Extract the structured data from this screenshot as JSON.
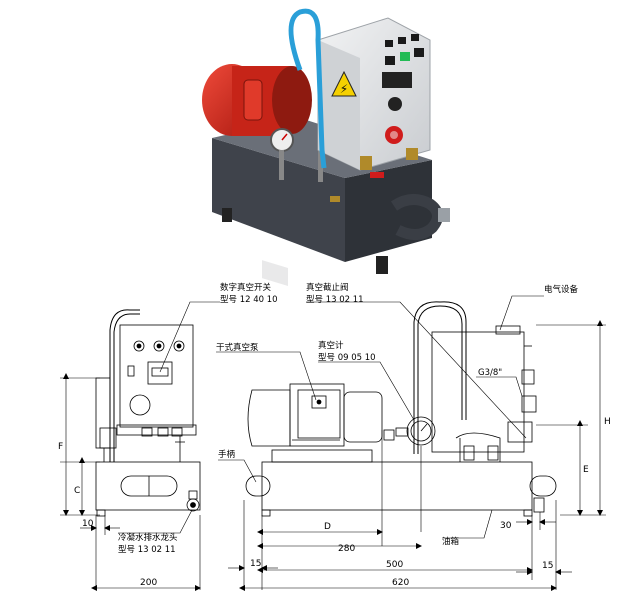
{
  "labels": {
    "digital_switch": "数字真空开关",
    "digital_switch_model": "型号  12  40  10",
    "shutoff_valve": "真空截止阀",
    "shutoff_valve_model": "型号  13  02  11",
    "electrical": "电气设备",
    "dry_pump": "干式真空泵",
    "vacuum_gauge": "真空计",
    "vacuum_gauge_model": "型号  09  05  10",
    "handle": "手柄",
    "drain_tap": "冷凝水排水龙头",
    "drain_tap_model": "型号  13  02  11",
    "oil_tank": "油箱",
    "thread": "G3/8\""
  },
  "dimensions": {
    "F": "F",
    "C": "C",
    "d10": "10",
    "d200": "200",
    "H": "H",
    "E": "E",
    "D": "D",
    "d280": "280",
    "d30": "30",
    "d15_left": "15",
    "d500": "500",
    "d15_right": "15",
    "d620": "620"
  },
  "photo": {
    "warning_symbol": "⚡"
  },
  "colors": {
    "pump_red": "#d42a1e",
    "tank_gray": "#4b5059",
    "box_light": "#e4e6e8",
    "hose_blue": "#2a9fd8",
    "warning_yellow": "#f5d000",
    "stop_red": "#d01c1c"
  }
}
